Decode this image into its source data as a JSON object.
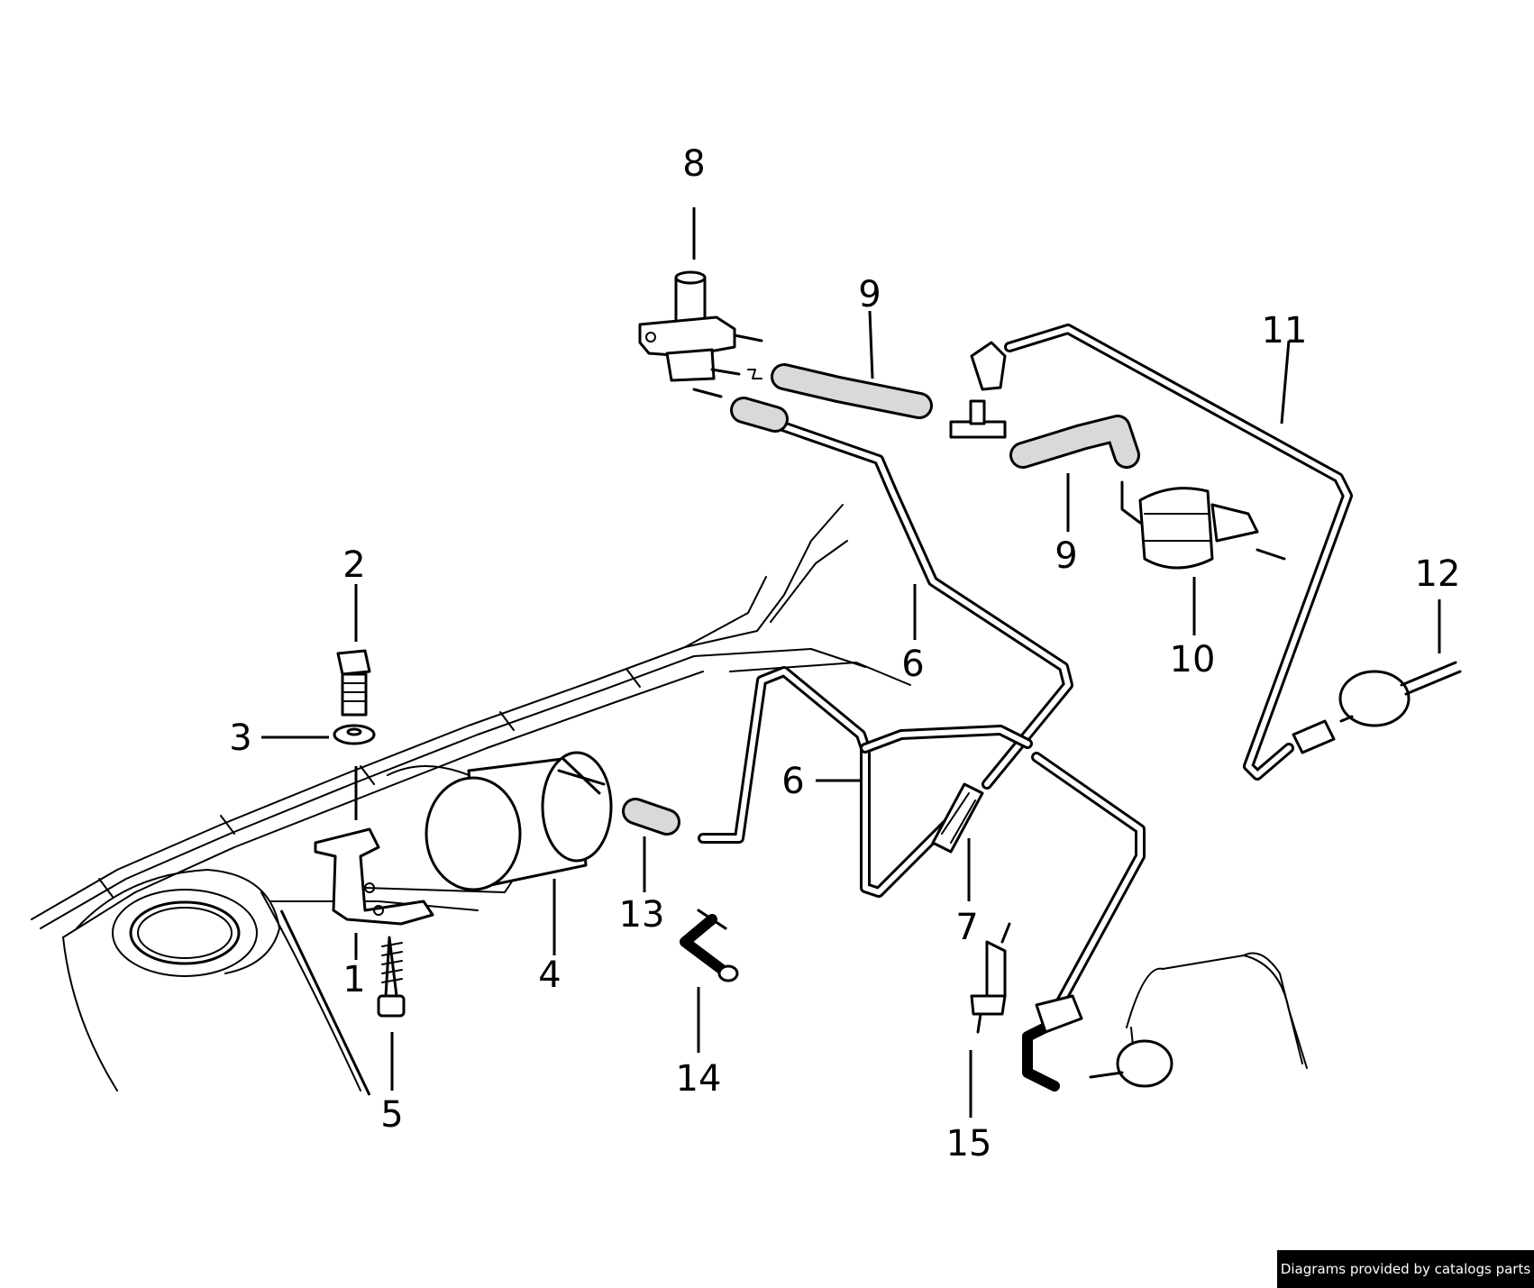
{
  "callouts": [
    {
      "id": "1",
      "label": "1"
    },
    {
      "id": "2",
      "label": "2"
    },
    {
      "id": "3",
      "label": "3"
    },
    {
      "id": "4",
      "label": "4"
    },
    {
      "id": "5",
      "label": "5"
    },
    {
      "id": "6a",
      "label": "6"
    },
    {
      "id": "6b",
      "label": "6"
    },
    {
      "id": "7",
      "label": "7"
    },
    {
      "id": "8",
      "label": "8"
    },
    {
      "id": "9a",
      "label": "9"
    },
    {
      "id": "9b",
      "label": "9"
    },
    {
      "id": "10",
      "label": "10"
    },
    {
      "id": "11",
      "label": "11"
    },
    {
      "id": "12",
      "label": "12"
    },
    {
      "id": "13",
      "label": "13"
    },
    {
      "id": "14",
      "label": "14"
    },
    {
      "id": "15",
      "label": "15"
    }
  ],
  "credit": "Diagrams provided by catalogs parts"
}
